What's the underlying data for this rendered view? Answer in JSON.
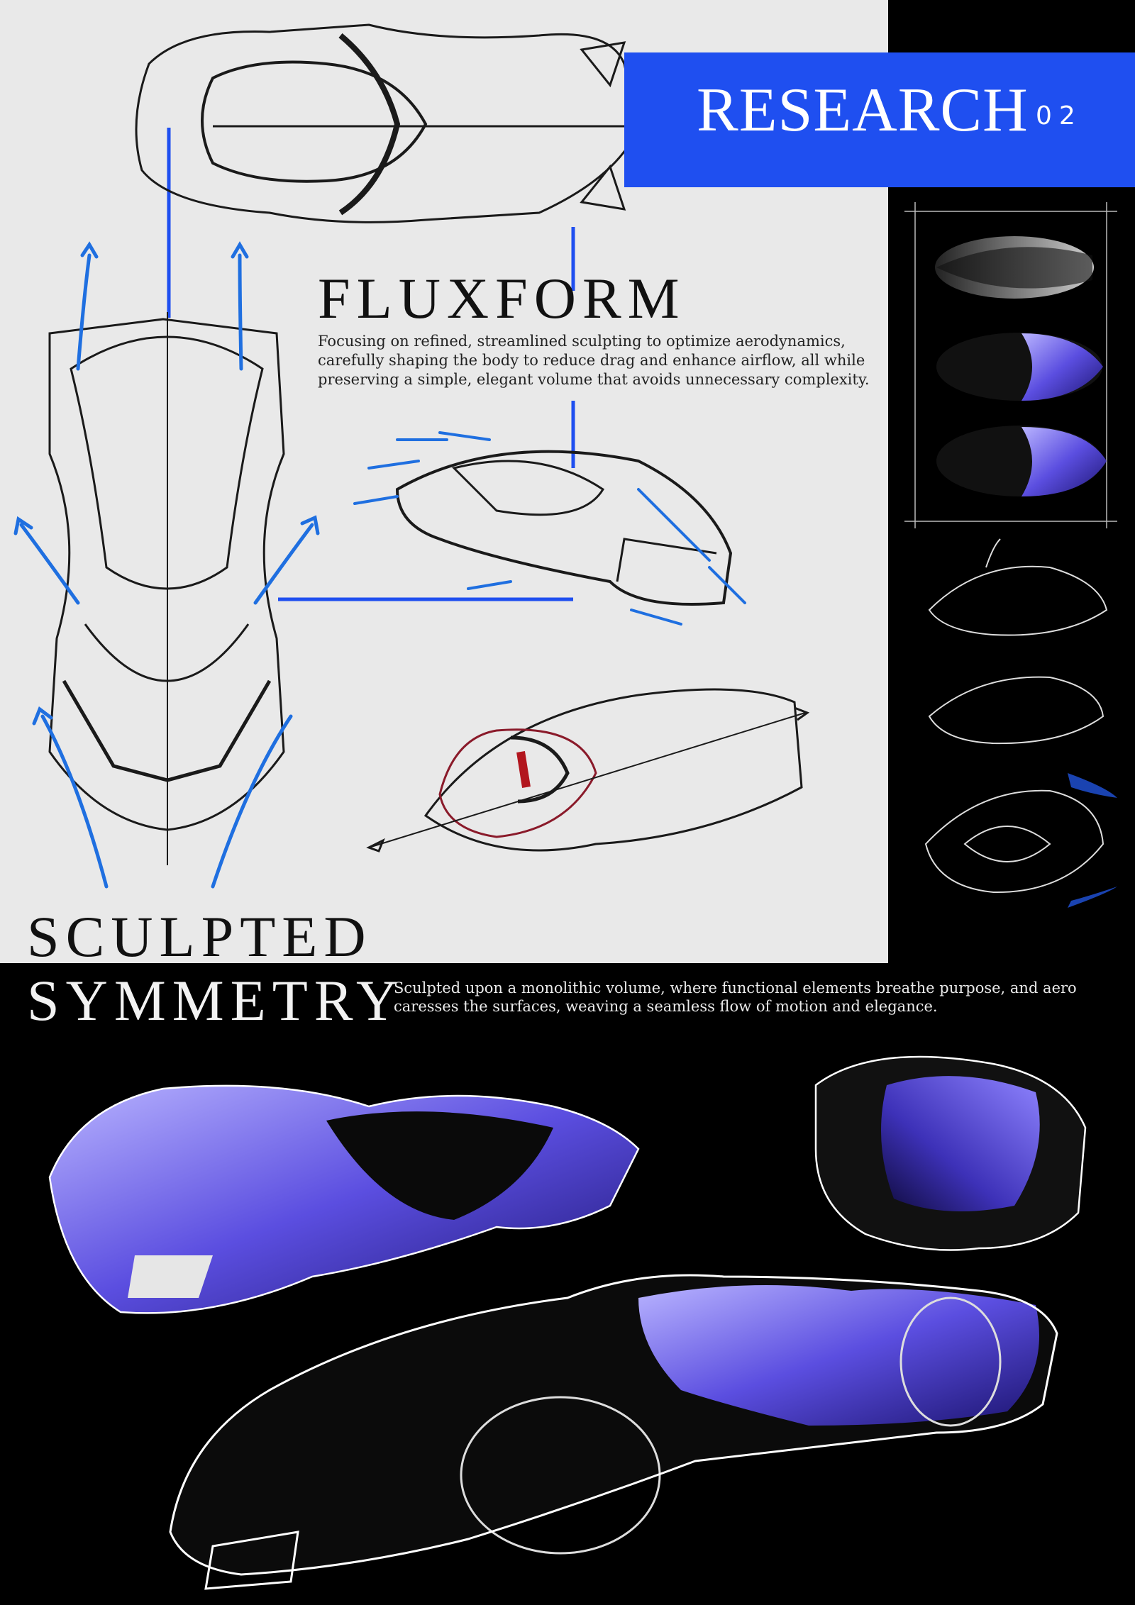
{
  "banner": {
    "title": "RESEARCH",
    "number": "02",
    "color": "#1f4ff0"
  },
  "fluxform": {
    "heading": "FLUXFORM",
    "body": "Focusing on refined, streamlined sculpting to optimize aerodynamics, carefully shaping the body to reduce drag and enhance airflow, all while preserving a simple, elegant volume that avoids unnecessary complexity."
  },
  "sculpted_symmetry": {
    "heading_line1": "SCULPTED",
    "heading_line2": "SYMMETRY",
    "body": "Sculpted upon a monolithic volume, where functional elements breathe purpose, and aero caresses the surfaces, weaving a seamless flow of motion and elegance."
  },
  "colors": {
    "light_panel": "#e9e9e9",
    "accent_blue": "#1f4ff0",
    "render_purple": "#5b4ee0",
    "sketch_line": "#1a1a1a"
  },
  "icons": [
    "car-top-view-sketch",
    "car-front-view-sketch",
    "airflow-arrows",
    "car-render"
  ]
}
